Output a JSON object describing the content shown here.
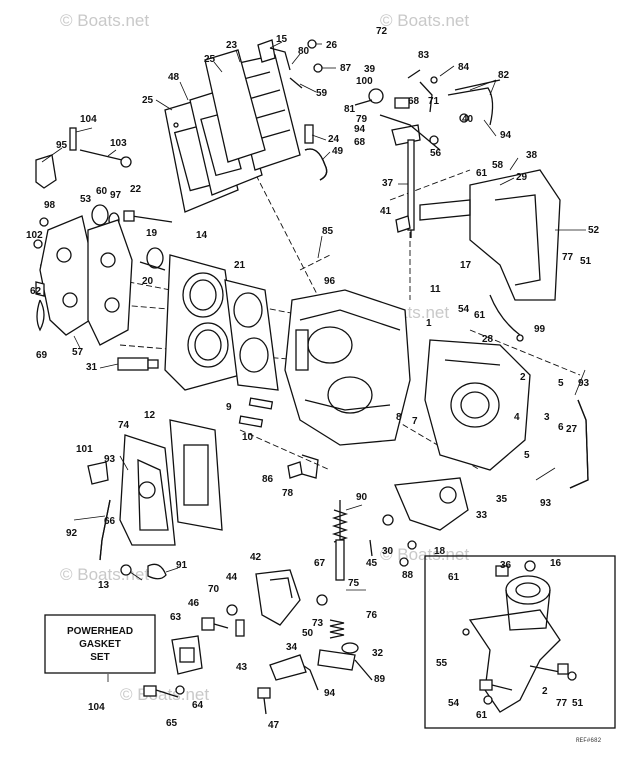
{
  "watermarks": [
    "© Boats.net",
    "© Boats.net",
    "© Boats.net",
    "© Boats.net",
    "© Boats.net",
    "© Boats.net"
  ],
  "gasket_box": {
    "line1": "POWERHEAD",
    "line2": "GASKET",
    "line3": "SET"
  },
  "drawing_code": "REF#682",
  "callouts": [
    {
      "id": "c15",
      "text": "15"
    },
    {
      "id": "c26",
      "text": "26"
    },
    {
      "id": "c23",
      "text": "23"
    },
    {
      "id": "c80",
      "text": "80"
    },
    {
      "id": "c87",
      "text": "87"
    },
    {
      "id": "c25a",
      "text": "25"
    },
    {
      "id": "c48",
      "text": "48"
    },
    {
      "id": "c59",
      "text": "59"
    },
    {
      "id": "c25b",
      "text": "25"
    },
    {
      "id": "c72",
      "text": "72"
    },
    {
      "id": "c83",
      "text": "83"
    },
    {
      "id": "c39",
      "text": "39"
    },
    {
      "id": "c84",
      "text": "84"
    },
    {
      "id": "c82",
      "text": "82"
    },
    {
      "id": "c100",
      "text": "100"
    },
    {
      "id": "c71",
      "text": "71"
    },
    {
      "id": "c68",
      "text": "68"
    },
    {
      "id": "c81",
      "text": "81"
    },
    {
      "id": "c40",
      "text": "40"
    },
    {
      "id": "c79",
      "text": "79"
    },
    {
      "id": "c94a",
      "text": "94"
    },
    {
      "id": "c94b",
      "text": "94"
    },
    {
      "id": "c68b",
      "text": "68"
    },
    {
      "id": "c56",
      "text": "56"
    },
    {
      "id": "c104a",
      "text": "104"
    },
    {
      "id": "c103",
      "text": "103"
    },
    {
      "id": "c95",
      "text": "95"
    },
    {
      "id": "c24",
      "text": "24"
    },
    {
      "id": "c49",
      "text": "49"
    },
    {
      "id": "c38",
      "text": "38"
    },
    {
      "id": "c58",
      "text": "58"
    },
    {
      "id": "c61a",
      "text": "61"
    },
    {
      "id": "c29",
      "text": "29"
    },
    {
      "id": "c37",
      "text": "37"
    },
    {
      "id": "c22",
      "text": "22"
    },
    {
      "id": "c60",
      "text": "60"
    },
    {
      "id": "c97",
      "text": "97"
    },
    {
      "id": "c53",
      "text": "53"
    },
    {
      "id": "c98",
      "text": "98"
    },
    {
      "id": "c52",
      "text": "52"
    },
    {
      "id": "c41",
      "text": "41"
    },
    {
      "id": "c102",
      "text": "102"
    },
    {
      "id": "c19",
      "text": "19"
    },
    {
      "id": "c14",
      "text": "14"
    },
    {
      "id": "c85",
      "text": "85"
    },
    {
      "id": "c77a",
      "text": "77"
    },
    {
      "id": "c51a",
      "text": "51"
    },
    {
      "id": "c96",
      "text": "96"
    },
    {
      "id": "c17",
      "text": "17"
    },
    {
      "id": "c21",
      "text": "21"
    },
    {
      "id": "c20",
      "text": "20"
    },
    {
      "id": "c11",
      "text": "11"
    },
    {
      "id": "c54a",
      "text": "54"
    },
    {
      "id": "c61b",
      "text": "61"
    },
    {
      "id": "c62",
      "text": "62"
    },
    {
      "id": "c69",
      "text": "69"
    },
    {
      "id": "c57",
      "text": "57"
    },
    {
      "id": "c99",
      "text": "99"
    },
    {
      "id": "c28",
      "text": "28"
    },
    {
      "id": "c1",
      "text": "1"
    },
    {
      "id": "c31",
      "text": "31"
    },
    {
      "id": "c2a",
      "text": "2"
    },
    {
      "id": "c5a",
      "text": "5"
    },
    {
      "id": "c93a",
      "text": "93"
    },
    {
      "id": "c3",
      "text": "3"
    },
    {
      "id": "c6",
      "text": "6"
    },
    {
      "id": "c9",
      "text": "9"
    },
    {
      "id": "c12",
      "text": "12"
    },
    {
      "id": "c10",
      "text": "10"
    },
    {
      "id": "c8",
      "text": "8"
    },
    {
      "id": "c7",
      "text": "7"
    },
    {
      "id": "c4",
      "text": "4"
    },
    {
      "id": "c27",
      "text": "27"
    },
    {
      "id": "c74",
      "text": "74"
    },
    {
      "id": "c101",
      "text": "101"
    },
    {
      "id": "c93b",
      "text": "93"
    },
    {
      "id": "c86",
      "text": "86"
    },
    {
      "id": "c78",
      "text": "78"
    },
    {
      "id": "c5b",
      "text": "5"
    },
    {
      "id": "c35",
      "text": "35"
    },
    {
      "id": "c93c",
      "text": "93"
    },
    {
      "id": "c90",
      "text": "90"
    },
    {
      "id": "c33",
      "text": "33"
    },
    {
      "id": "c92",
      "text": "92"
    },
    {
      "id": "c66",
      "text": "66"
    },
    {
      "id": "c30",
      "text": "30"
    },
    {
      "id": "c18",
      "text": "18"
    },
    {
      "id": "c45",
      "text": "45"
    },
    {
      "id": "c88",
      "text": "88"
    },
    {
      "id": "c91",
      "text": "91"
    },
    {
      "id": "c13",
      "text": "13"
    },
    {
      "id": "c42",
      "text": "42"
    },
    {
      "id": "c67",
      "text": "67"
    },
    {
      "id": "c36",
      "text": "36"
    },
    {
      "id": "c16",
      "text": "16"
    },
    {
      "id": "c44",
      "text": "44"
    },
    {
      "id": "c70",
      "text": "70"
    },
    {
      "id": "c46",
      "text": "46"
    },
    {
      "id": "c75",
      "text": "75"
    },
    {
      "id": "c61c",
      "text": "61"
    },
    {
      "id": "c63",
      "text": "63"
    },
    {
      "id": "c76",
      "text": "76"
    },
    {
      "id": "c73",
      "text": "73"
    },
    {
      "id": "c32",
      "text": "32"
    },
    {
      "id": "c50",
      "text": "50"
    },
    {
      "id": "c34",
      "text": "34"
    },
    {
      "id": "c55",
      "text": "55"
    },
    {
      "id": "c43",
      "text": "43"
    },
    {
      "id": "c89",
      "text": "89"
    },
    {
      "id": "c64",
      "text": "64"
    },
    {
      "id": "c94c",
      "text": "94"
    },
    {
      "id": "c104b",
      "text": "104"
    },
    {
      "id": "c65",
      "text": "65"
    },
    {
      "id": "c47",
      "text": "47"
    },
    {
      "id": "c2b",
      "text": "2"
    },
    {
      "id": "c77b",
      "text": "77"
    },
    {
      "id": "c51b",
      "text": "51"
    },
    {
      "id": "c54b",
      "text": "54"
    },
    {
      "id": "c61d",
      "text": "61"
    }
  ]
}
